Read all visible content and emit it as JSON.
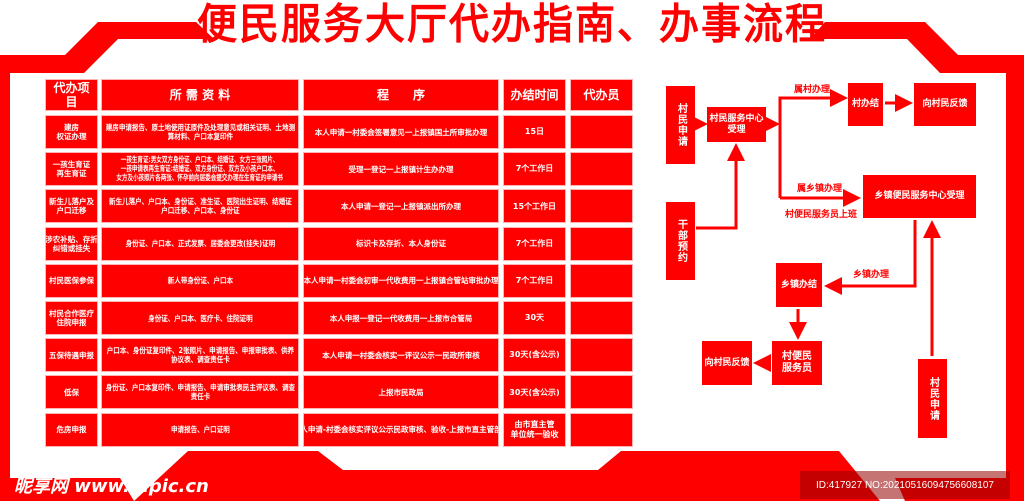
{
  "title": "便民服务大厅代办指南、办事流程",
  "colors": {
    "primary_red": "#ff0000",
    "background": "#ffffff"
  },
  "table": {
    "headers": [
      "代办项目",
      "所 需 资 料",
      "程　　序",
      "办结时间",
      "代办员"
    ],
    "rows": [
      {
        "item": "建房\n权证办理",
        "materials": "建房申请报告、原土地使用证原件及处理意见或相关证明、土地测算材料、户口本复印件",
        "procedure": "本人申请一村委会签署意见一上报镇国土所审批办理",
        "time": "15日",
        "agent": ""
      },
      {
        "item": "一孩生育证\n再生育证",
        "materials": "一孩生育证:男女双方身份证、户口本、结婚证、女方三张照片、\n一孩申请表再生育证:结婚证、双方身份证、双方及小孩户口本、\n女方及小孩照片各两张、怀孕前向居委会提交办理在生育证的申请书",
        "procedure": "受理一登记一上报镇计生办办理",
        "time": "7个工作日",
        "agent": ""
      },
      {
        "item": "新生儿落户及\n户口迁移",
        "materials": "新生儿落户、户口本、身份证、准生证、医院出生证明、结婚证\n户口迁移、户口本、身份证",
        "procedure": "本人申请一登记一上报镇派出所办理",
        "time": "15个工作日",
        "agent": ""
      },
      {
        "item": "涉农补贴、存折\n纠错或挂失",
        "materials": "身份证、户口本、正式发票、居委会更改(挂失)证明",
        "procedure": "标识卡及存折、本人身份证",
        "time": "7个工作日",
        "agent": ""
      },
      {
        "item": "村民医保参保",
        "materials": "新人带身份证、户口本",
        "procedure": "本人申请一村委会初审一代收费用一上报镇合管站审批办理",
        "time": "7个工作日",
        "agent": ""
      },
      {
        "item": "村民合作医疗\n住院申报",
        "materials": "身份证、户口本、医疗卡、住院证明",
        "procedure": "本人申报一登记一代收费用一上报市合管局",
        "time": "30天",
        "agent": ""
      },
      {
        "item": "五保待遇申报",
        "materials": "户口本、身份证复印件、2张照片、申请报告、申报审批表、供养协议表、调查责任卡",
        "procedure": "本人申请一村委会核实一评议公示一民政所审核",
        "time": "30天(含公示)",
        "agent": ""
      },
      {
        "item": "低保",
        "materials": "身份证、户口本复印件、申请报告、申请审批表民主评议表、调查责任卡",
        "procedure": "上报市民政局",
        "time": "30天(含公示)",
        "agent": ""
      },
      {
        "item": "危房申报",
        "materials": "申请报告、户口证明",
        "procedure": "本人申请-村委会核实评议公示民政审核、验收-上报市直主管部门",
        "time": "由市直主管\n单位统一验收",
        "agent": ""
      }
    ]
  },
  "flow": {
    "villager_apply": "村民申请",
    "service_center_accept": "村民服务中心受理",
    "cadre_appointment": "干部预约",
    "label_village": "属村办理",
    "village_done": "村办结",
    "feedback_1": "向村民反馈",
    "label_township": "属乡镇办理",
    "label_staff_on_duty": "村便民服务员上班",
    "township_center_accept": "乡镇便民服务中心受理",
    "label_township_handle": "乡镇办理",
    "township_done": "乡镇办结",
    "village_service_staff": "村便民服务员",
    "feedback_2": "向村民反馈",
    "villager_apply_2": "村民申请"
  },
  "watermark": {
    "logo": "昵享网 www.nipic.cn",
    "id": "ID:417927 NO:20210516094756608107"
  }
}
